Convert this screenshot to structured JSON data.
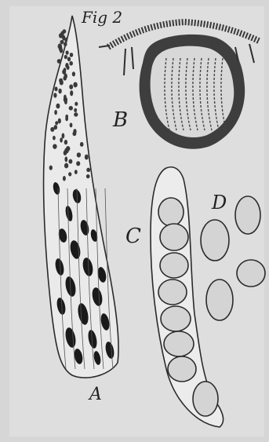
{
  "figure": {
    "title": "Fig 2",
    "labels": {
      "a": "A",
      "b": "B",
      "c": "C",
      "d": "D"
    }
  },
  "colors": {
    "paper": "#d9d9d9",
    "ink": "#222222",
    "dark": "#1a1a1a",
    "fill": "#efefef"
  }
}
